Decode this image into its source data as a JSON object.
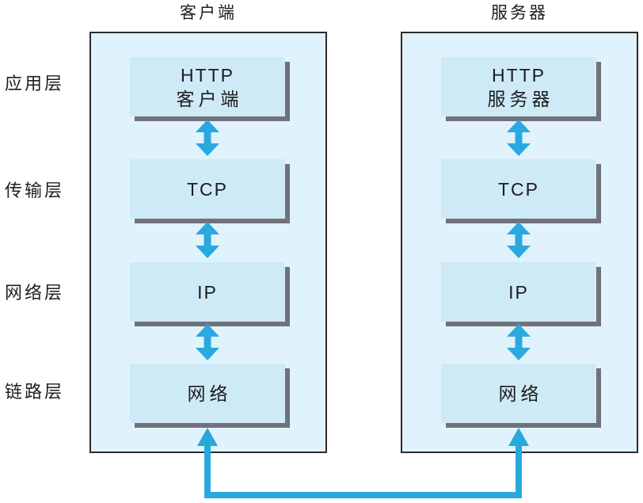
{
  "titles": {
    "client": "客户端",
    "server": "服务器"
  },
  "layer_labels": [
    {
      "id": "application",
      "label": "应用层"
    },
    {
      "id": "transport",
      "label": "传输层"
    },
    {
      "id": "network",
      "label": "网络层"
    },
    {
      "id": "link",
      "label": "链路层"
    }
  ],
  "client": {
    "boxes": [
      {
        "line1": "HTTP",
        "line2": "客户端"
      },
      {
        "line1": "TCP"
      },
      {
        "line1": "IP"
      },
      {
        "line1": "网络"
      }
    ]
  },
  "server": {
    "boxes": [
      {
        "line1": "HTTP",
        "line2": "服务器"
      },
      {
        "line1": "TCP"
      },
      {
        "line1": "IP"
      },
      {
        "line1": "网络"
      }
    ]
  },
  "icons": {
    "double_arrow": "⇕",
    "up_arrow": "↑"
  },
  "colors": {
    "container_fill": "#e0f2fb",
    "box_fill": "#cfeaf7",
    "box_shadow_gray": "#71717b",
    "container_border": "#2b2b2b",
    "layer_arrow_blue": "#2aa9e0",
    "connector_blue": "#27a9dc",
    "text": "#1a1a1a"
  }
}
